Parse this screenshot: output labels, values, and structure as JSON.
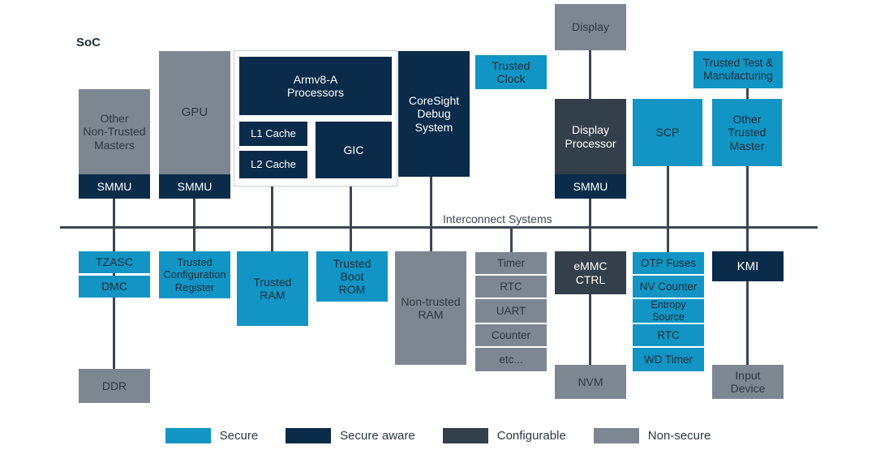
{
  "diagram": {
    "soc_label": "SoC",
    "bus_label": "Interconnect Systems"
  },
  "colors": {
    "secure": "#1295c4",
    "secure_aware": "#0a2b4a",
    "configurable": "#333f4a",
    "non_secure": "#7d8791",
    "wire": "#3a4753",
    "background": "#ffffff"
  },
  "blocks": {
    "other_non_trusted_masters": "Other\nNon-Trusted\nMasters",
    "smmu_masters": "SMMU",
    "gpu": "GPU",
    "smmu_gpu": "SMMU",
    "armv8a_processors": "Armv8-A\nProcessors",
    "l1_cache": "L1 Cache",
    "l2_cache": "L2 Cache",
    "gic": "GIC",
    "coresight_debug_system": "CoreSight\nDebug\nSystem",
    "trusted_clock": "Trusted\nClock",
    "display": "Display",
    "display_processor": "Display\nProcessor",
    "smmu_display": "SMMU",
    "trusted_test_manufacturing": "Trusted Test &\nManufacturing",
    "scp": "SCP",
    "other_trusted_master": "Other\nTrusted\nMaster",
    "tzasc": "TZASC",
    "dmc": "DMC",
    "ddr": "DDR",
    "trusted_configuration_register": "Trusted\nConfiguration\nRegister",
    "trusted_ram": "Trusted\nRAM",
    "trusted_boot_rom": "Trusted\nBoot\nROM",
    "non_trusted_ram": "Non-trusted\nRAM",
    "emmc_ctrl": "eMMC\nCTRL",
    "nvm": "NVM",
    "kmi": "KMI",
    "input_device": "Input\nDevice"
  },
  "peripheral_stack": {
    "items": [
      "Timer",
      "RTC",
      "UART",
      "Counter",
      "etc..."
    ]
  },
  "secure_peripheral_stack": {
    "items": [
      "OTP Fuses",
      "NV Counter",
      "Entropy\nSource",
      "RTC",
      "WD Timer"
    ]
  },
  "legend": {
    "items": [
      {
        "label": "Secure",
        "color": "#1295c4"
      },
      {
        "label": "Secure aware",
        "color": "#0a2b4a"
      },
      {
        "label": "Configurable",
        "color": "#333f4a"
      },
      {
        "label": "Non-secure",
        "color": "#7d8791"
      }
    ]
  }
}
